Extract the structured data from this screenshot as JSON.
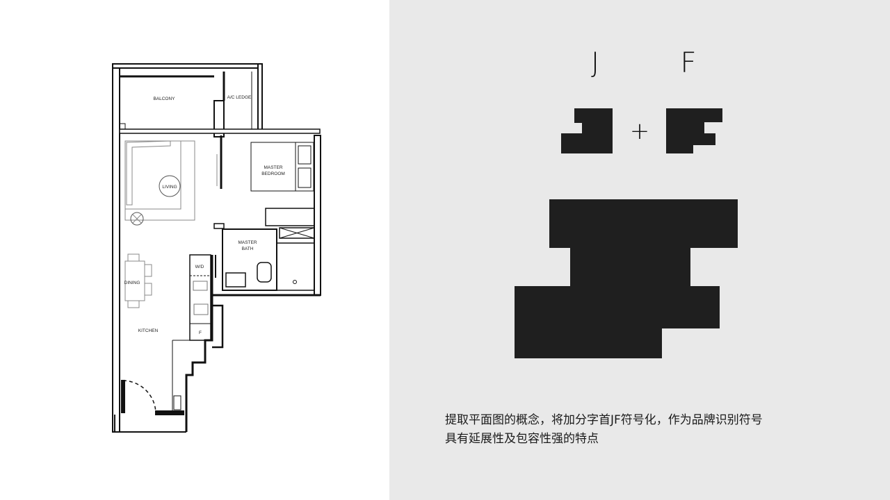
{
  "floor_plan": {
    "rooms": {
      "balcony": "BALCONY",
      "ac_ledge": "A/C LEDGE",
      "living": "LIVING",
      "master_bedroom_1": "MASTER",
      "master_bedroom_2": "BEDROOM",
      "master_bath_1": "MASTER",
      "master_bath_2": "BATH",
      "wd": "W/D",
      "dining": "DINING",
      "kitchen": "KITCHEN",
      "fridge": "F"
    }
  },
  "logo_concept": {
    "letter_j": "J",
    "letter_f": "F",
    "plus": "+",
    "shape_color": "#1f1f1f"
  },
  "description": {
    "line1": "提取平面图的概念，将加分字首JF符号化，作为品牌识别符号",
    "line2": "具有延展性及包容性强的特点"
  },
  "colors": {
    "left_bg": "#ffffff",
    "right_bg": "#e9e9e9"
  }
}
